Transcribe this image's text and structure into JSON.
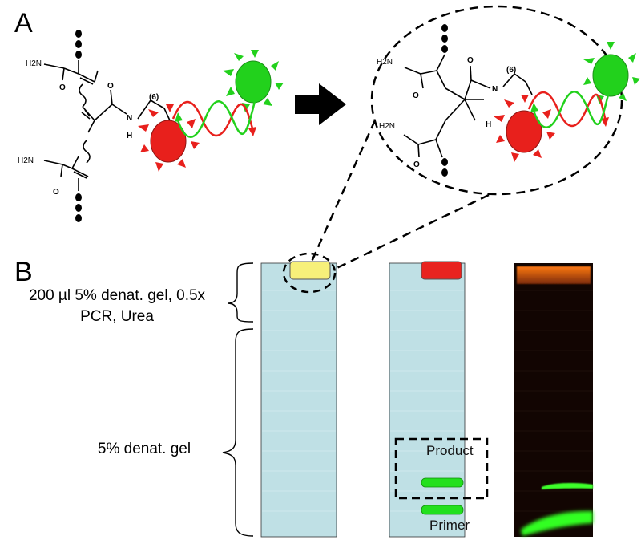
{
  "panel_a": {
    "letter": "A",
    "labels": {
      "amide_top": "H2N",
      "amide_bottom": "H2N",
      "carbonyl_1": "O",
      "carbonyl_2": "O",
      "carbonyl_3": "O",
      "nitrogen": "N",
      "hydrogen": "H",
      "linker": "(6)"
    },
    "zoom_labels": {
      "amide_top": "H2N",
      "amide_bottom": "H2N",
      "carbonyl_1": "O",
      "carbonyl_2": "O",
      "carbonyl_3": "O",
      "nitrogen": "N",
      "hydrogen": "H",
      "linker": "(6)"
    }
  },
  "panel_b": {
    "letter": "B",
    "stacking_gel_label_line1": "200 µl 5% denat. gel, 0.5x",
    "stacking_gel_label_line2": "PCR, Urea",
    "resolving_gel_label": "5% denat. gel",
    "product_label": "Product",
    "primer_label": "Primer"
  },
  "colors": {
    "gel_fill": "#bfe0e5",
    "yellow_band": "#f7f07a",
    "red_band": "#e8231f",
    "green_band": "#22e01e",
    "dye_red": "#e8201c",
    "dye_green": "#22d11c",
    "scan_background": "#120502"
  }
}
